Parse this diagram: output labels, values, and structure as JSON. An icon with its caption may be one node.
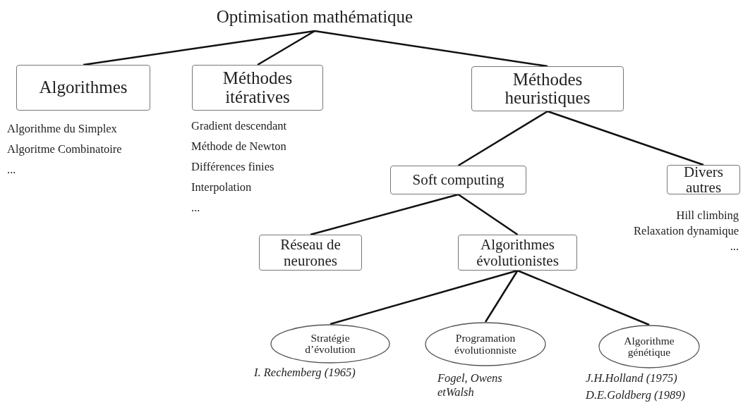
{
  "diagram": {
    "nodes": [
      {
        "text": [
          "Optimisation mathématique"
        ]
      },
      {
        "text": [
          "Algorithmes"
        ],
        "beside": [
          "Algorithme du Simplex",
          "Algoritme Combinatoire",
          "..."
        ]
      },
      {
        "text": [
          "Méthodes itératives"
        ],
        "beside": [
          "Gradient descendant",
          "Méthode de Newton",
          "Différences finies",
          "Interpolation",
          "..."
        ]
      },
      {
        "text": [
          "Méthodes heuristiques"
        ]
      },
      {
        "text": [
          "Soft computing"
        ]
      },
      {
        "text": [
          "Divers autres"
        ],
        "beside": [
          "Hill climbing",
          "Relaxation dynamique",
          "..."
        ]
      },
      {
        "text": [
          "Réseau de neurones"
        ]
      },
      {
        "text": [
          "Algorithmes évolutionistes"
        ]
      },
      {
        "text": [
          "Stratégie d’évolution"
        ],
        "beside": [
          "I. Rechemberg (1965)"
        ]
      },
      {
        "text": [
          "Programation évolutionniste"
        ],
        "beside": [
          "Fogel, Owens etWalsh"
        ]
      },
      {
        "text": [
          "Algorithme génétique"
        ],
        "beside": [
          "J.H.Holland (1975)",
          "D.E.Goldberg (1989)"
        ]
      }
    ],
    "edges": [
      {
        "from": 0,
        "to": 1,
        "arrow": "none"
      },
      {
        "from": 0,
        "to": 2,
        "arrow": "none"
      },
      {
        "from": 0,
        "to": 3,
        "arrow": "none"
      },
      {
        "from": 3,
        "to": 4,
        "arrow": "none"
      },
      {
        "from": 3,
        "to": 5,
        "arrow": "none"
      },
      {
        "from": 4,
        "to": 6,
        "arrow": "none"
      },
      {
        "from": 4,
        "to": 7,
        "arrow": "none"
      },
      {
        "from": 7,
        "to": 8,
        "arrow": "none"
      },
      {
        "from": 7,
        "to": 9,
        "arrow": "none"
      },
      {
        "from": 7,
        "to": 10,
        "arrow": "none"
      }
    ]
  }
}
